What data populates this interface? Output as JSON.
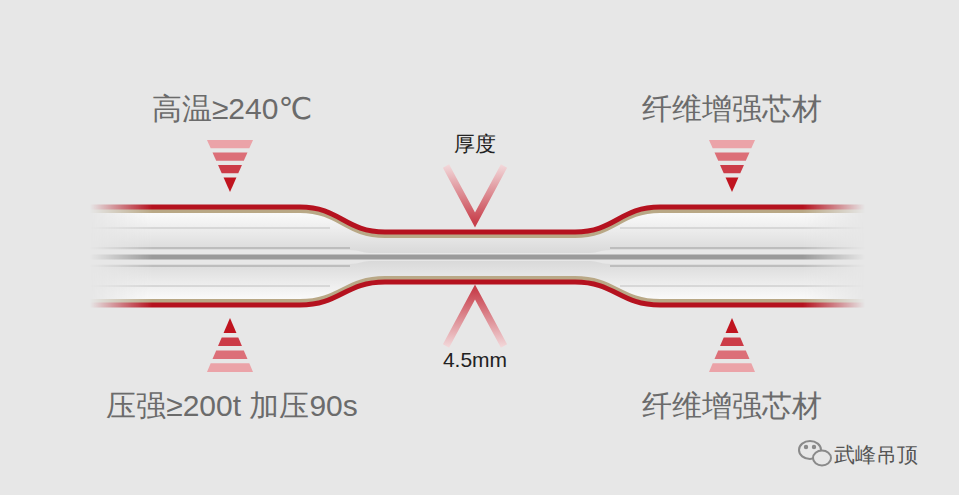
{
  "diagram": {
    "labels": [
      "高温≥240℃",
      "厚度",
      "纤维增强芯材",
      "压强≥200t 加压90s",
      "4.5mm",
      "纤维增强芯材",
      "武峰吊顶"
    ]
  }
}
